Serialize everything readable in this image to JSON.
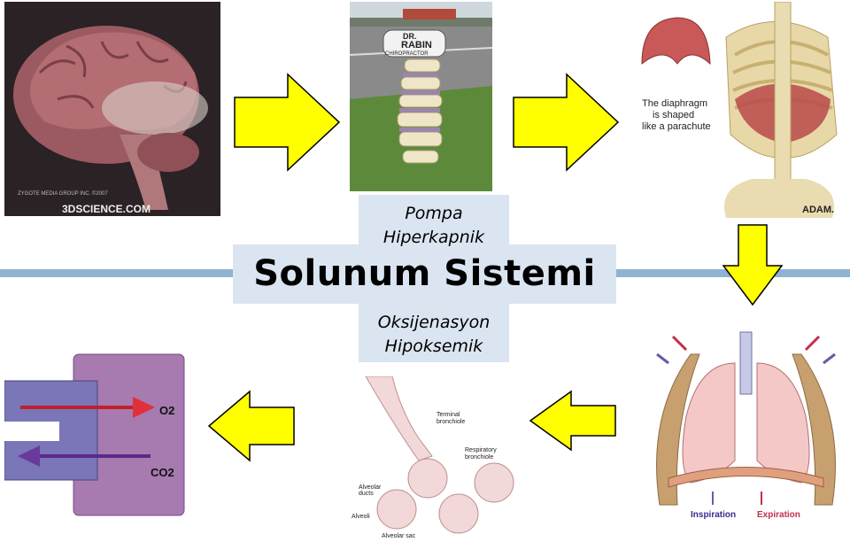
{
  "title": "Solunum Sistemi",
  "labels": {
    "top_line1": "Pompa",
    "top_line2": "Hiperkapnik",
    "bottom_line1": "Oksijenasyon",
    "bottom_line2": "Hipoksemik"
  },
  "images": {
    "brain_watermark": "3DSCIENCE.COM",
    "brain_credit": "ZYGOTE MEDIA GROUP INC. ©2007",
    "chiro_sign_line1": "DR.",
    "chiro_sign_line2": "RABIN",
    "chiro_sign_line3": "CHIROPRACTOR",
    "diaphragm_caption_1": "The diaphragm",
    "diaphragm_caption_2": "is shaped",
    "diaphragm_caption_3": "like a parachute",
    "diaphragm_logo": "ADAM.",
    "lungs_inspiration": "Inspiration",
    "lungs_expiration": "Expiration",
    "alv_terminal": "Terminal",
    "alv_terminal2": "bronchiole",
    "alv_respiratory": "Respiratory",
    "alv_respiratory2": "bronchiole",
    "alv_ducts": "Alveolar",
    "alv_ducts2": "ducts",
    "alv_alveoli": "Alveoli",
    "alv_sac": "Alveolar sac",
    "gas_o2": "O2",
    "gas_co2": "CO2"
  },
  "colors": {
    "arrow_fill": "#ffff00",
    "band": "#dbe5f1",
    "divider": "#8fb3d1"
  }
}
